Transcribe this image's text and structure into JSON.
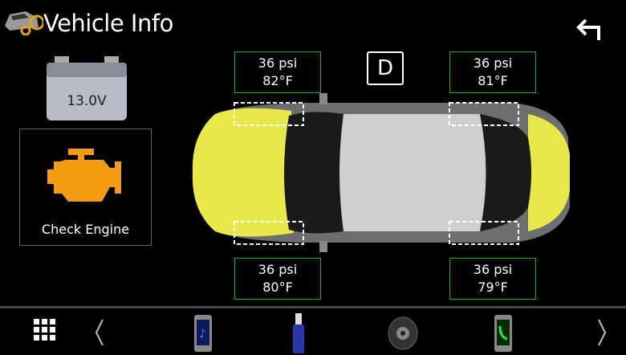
{
  "header": {
    "title": "Vehicle Info",
    "logo_icon": "vehicle-info-car-icon",
    "back_icon": "back-arrow-icon"
  },
  "battery": {
    "voltage": "13.0V"
  },
  "warning": {
    "label": "Check Engine",
    "color": "#f39c12"
  },
  "gear": "D",
  "tires": {
    "front_left": {
      "pressure": "36 psi",
      "temp": "82°F"
    },
    "front_right": {
      "pressure": "36 psi",
      "temp": "81°F"
    },
    "rear_left": {
      "pressure": "36 psi",
      "temp": "80°F"
    },
    "rear_right": {
      "pressure": "36 psi",
      "temp": "79°F"
    }
  },
  "colors": {
    "tire_border": "#1fb01f",
    "car_highlight": "#e8e84a"
  },
  "bottom_bar": {
    "items": [
      "menu-grid-icon",
      "prev-arrow-icon",
      "bluetooth-audio-icon",
      "usb-icon",
      "speaker-icon",
      "phone-icon",
      "next-arrow-icon"
    ]
  }
}
